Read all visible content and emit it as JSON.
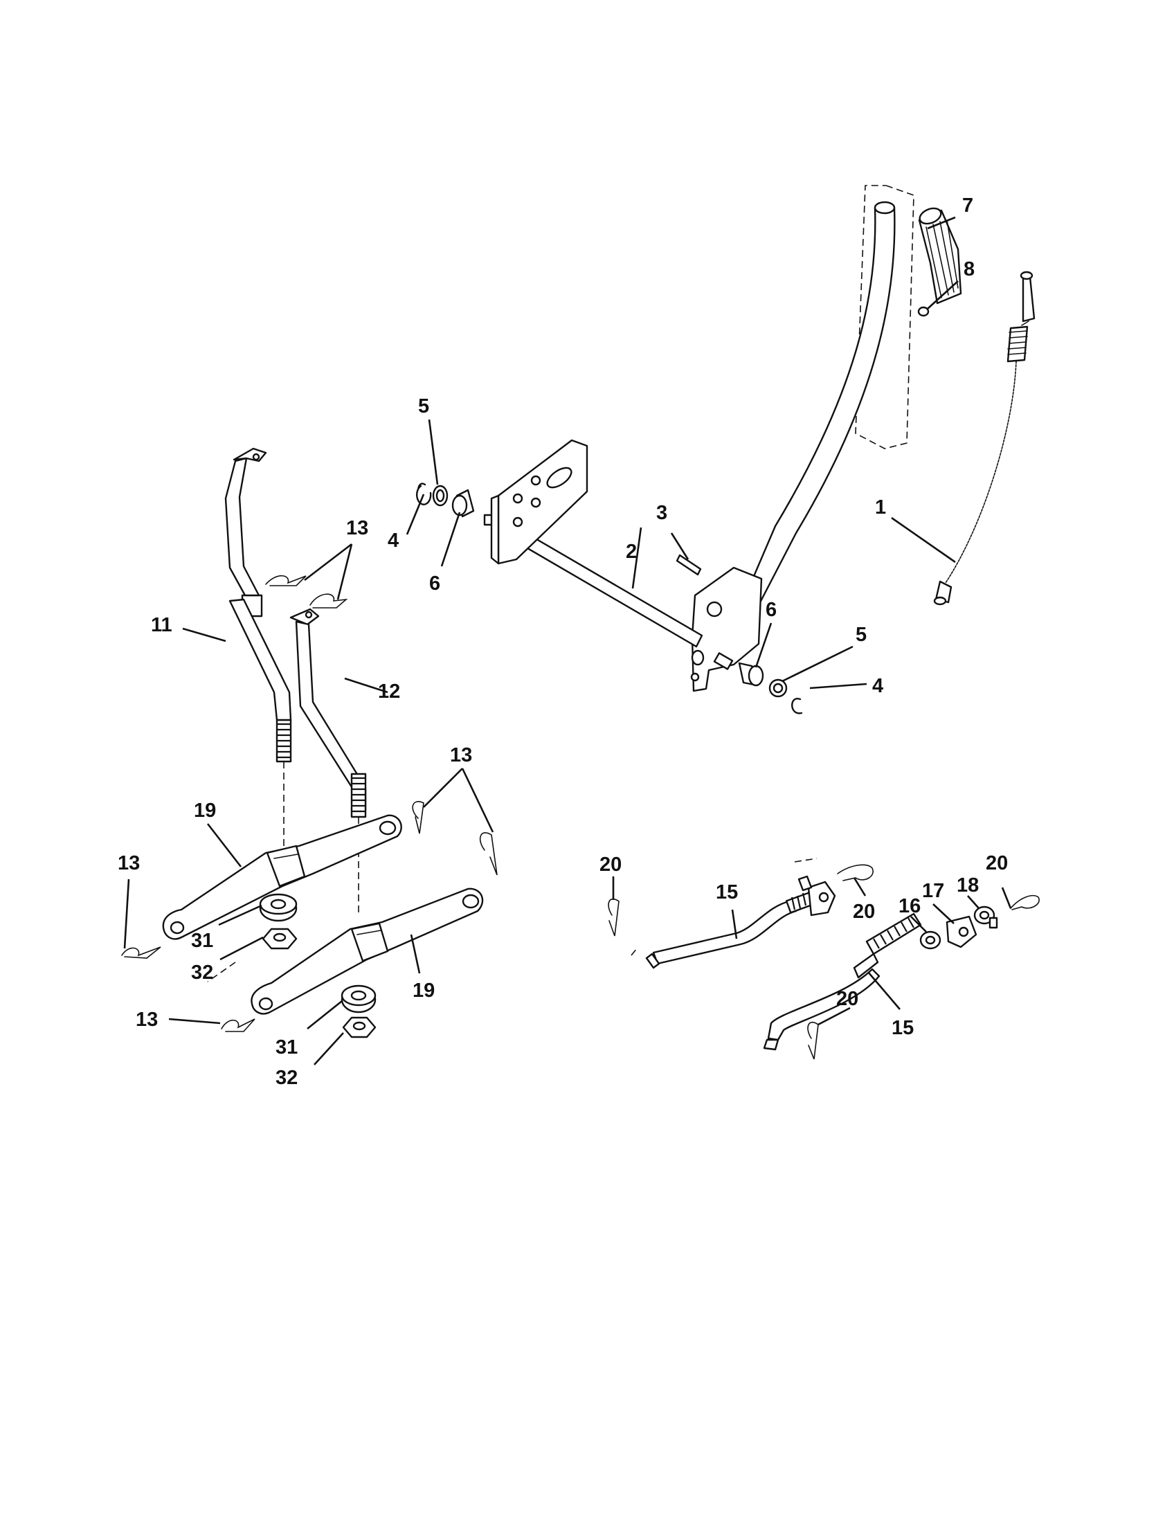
{
  "labels": [
    {
      "id": "l1",
      "text": "1"
    },
    {
      "id": "l2",
      "text": "2"
    },
    {
      "id": "l3",
      "text": "3"
    },
    {
      "id": "l4a",
      "text": "4"
    },
    {
      "id": "l4b",
      "text": "4"
    },
    {
      "id": "l5a",
      "text": "5"
    },
    {
      "id": "l5b",
      "text": "5"
    },
    {
      "id": "l6a",
      "text": "6"
    },
    {
      "id": "l6b",
      "text": "6"
    },
    {
      "id": "l7",
      "text": "7"
    },
    {
      "id": "l8",
      "text": "8"
    },
    {
      "id": "l11",
      "text": "11"
    },
    {
      "id": "l12",
      "text": "12"
    },
    {
      "id": "l13a",
      "text": "13"
    },
    {
      "id": "l13b",
      "text": "13"
    },
    {
      "id": "l13c",
      "text": "13"
    },
    {
      "id": "l13d",
      "text": "13"
    },
    {
      "id": "l15a",
      "text": "15"
    },
    {
      "id": "l15b",
      "text": "15"
    },
    {
      "id": "l16",
      "text": "16"
    },
    {
      "id": "l17",
      "text": "17"
    },
    {
      "id": "l18",
      "text": "18"
    },
    {
      "id": "l19a",
      "text": "19"
    },
    {
      "id": "l19b",
      "text": "19"
    },
    {
      "id": "l20a",
      "text": "20"
    },
    {
      "id": "l20b",
      "text": "20"
    },
    {
      "id": "l20c",
      "text": "20"
    },
    {
      "id": "l20d",
      "text": "20"
    },
    {
      "id": "l31a",
      "text": "31"
    },
    {
      "id": "l31b",
      "text": "31"
    },
    {
      "id": "l32a",
      "text": "32"
    },
    {
      "id": "l32b",
      "text": "32"
    }
  ]
}
